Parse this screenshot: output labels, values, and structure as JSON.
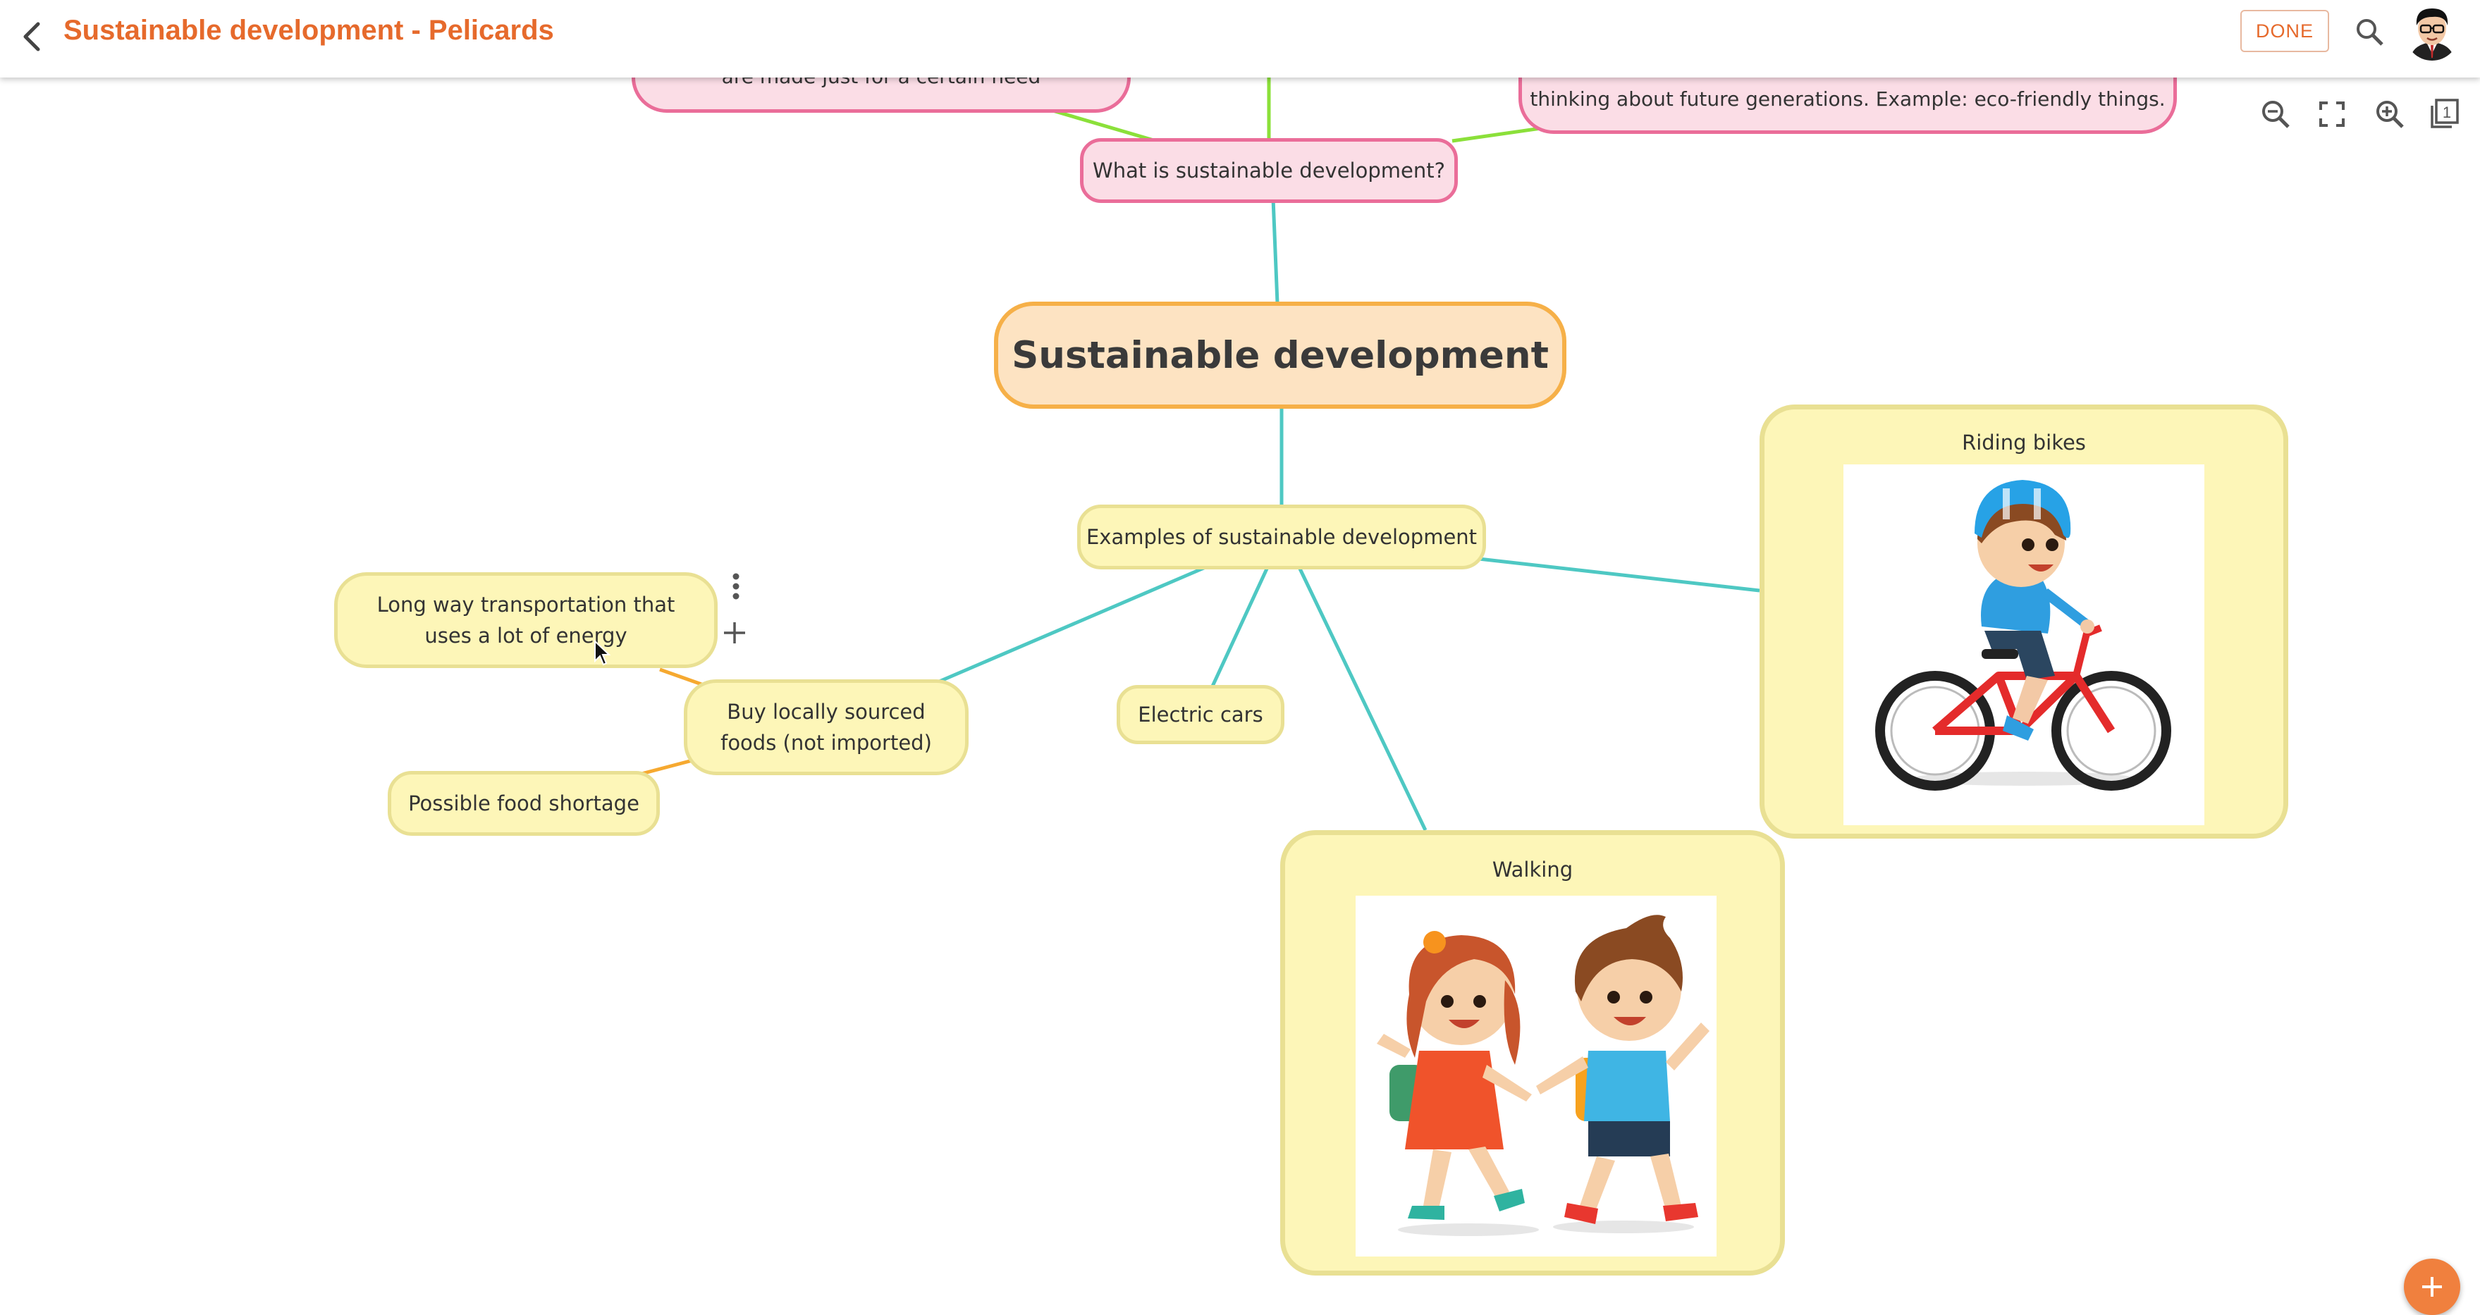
{
  "header": {
    "title": "Sustainable development - Pelicards",
    "done_label": "DONE"
  },
  "icons": {
    "back": "chevron-left-icon",
    "search": "search-icon",
    "zoom_out": "zoom-out-icon",
    "fit": "fullscreen-icon",
    "zoom_in": "zoom-in-icon",
    "page": "page-filter-icon",
    "add": "plus-icon",
    "more": "more-vertical-icon"
  },
  "toolbar": {
    "page_number": "1"
  },
  "mindmap": {
    "center": "Sustainable development",
    "question": "What is sustainable development?",
    "top_left_partial": "are made just for a certain need",
    "top_right_partial": "thinking about future generations. Example: eco-friendly things.",
    "examples": "Examples of sustainable development",
    "local_foods": "Buy locally sourced foods (not imported)",
    "transport": "Long way transportation that uses a lot of energy",
    "shortage": "Possible food shortage",
    "electric": "Electric cars",
    "bikes_label": "Riding bikes",
    "walking_label": "Walking"
  },
  "colors": {
    "accent": "#e66a2c",
    "pink_border": "#ea6d99",
    "yellow_fill": "#fdf6b8",
    "teal_link": "#4ec8c3",
    "green_link": "#8be03a",
    "orange_link": "#f6a930"
  }
}
